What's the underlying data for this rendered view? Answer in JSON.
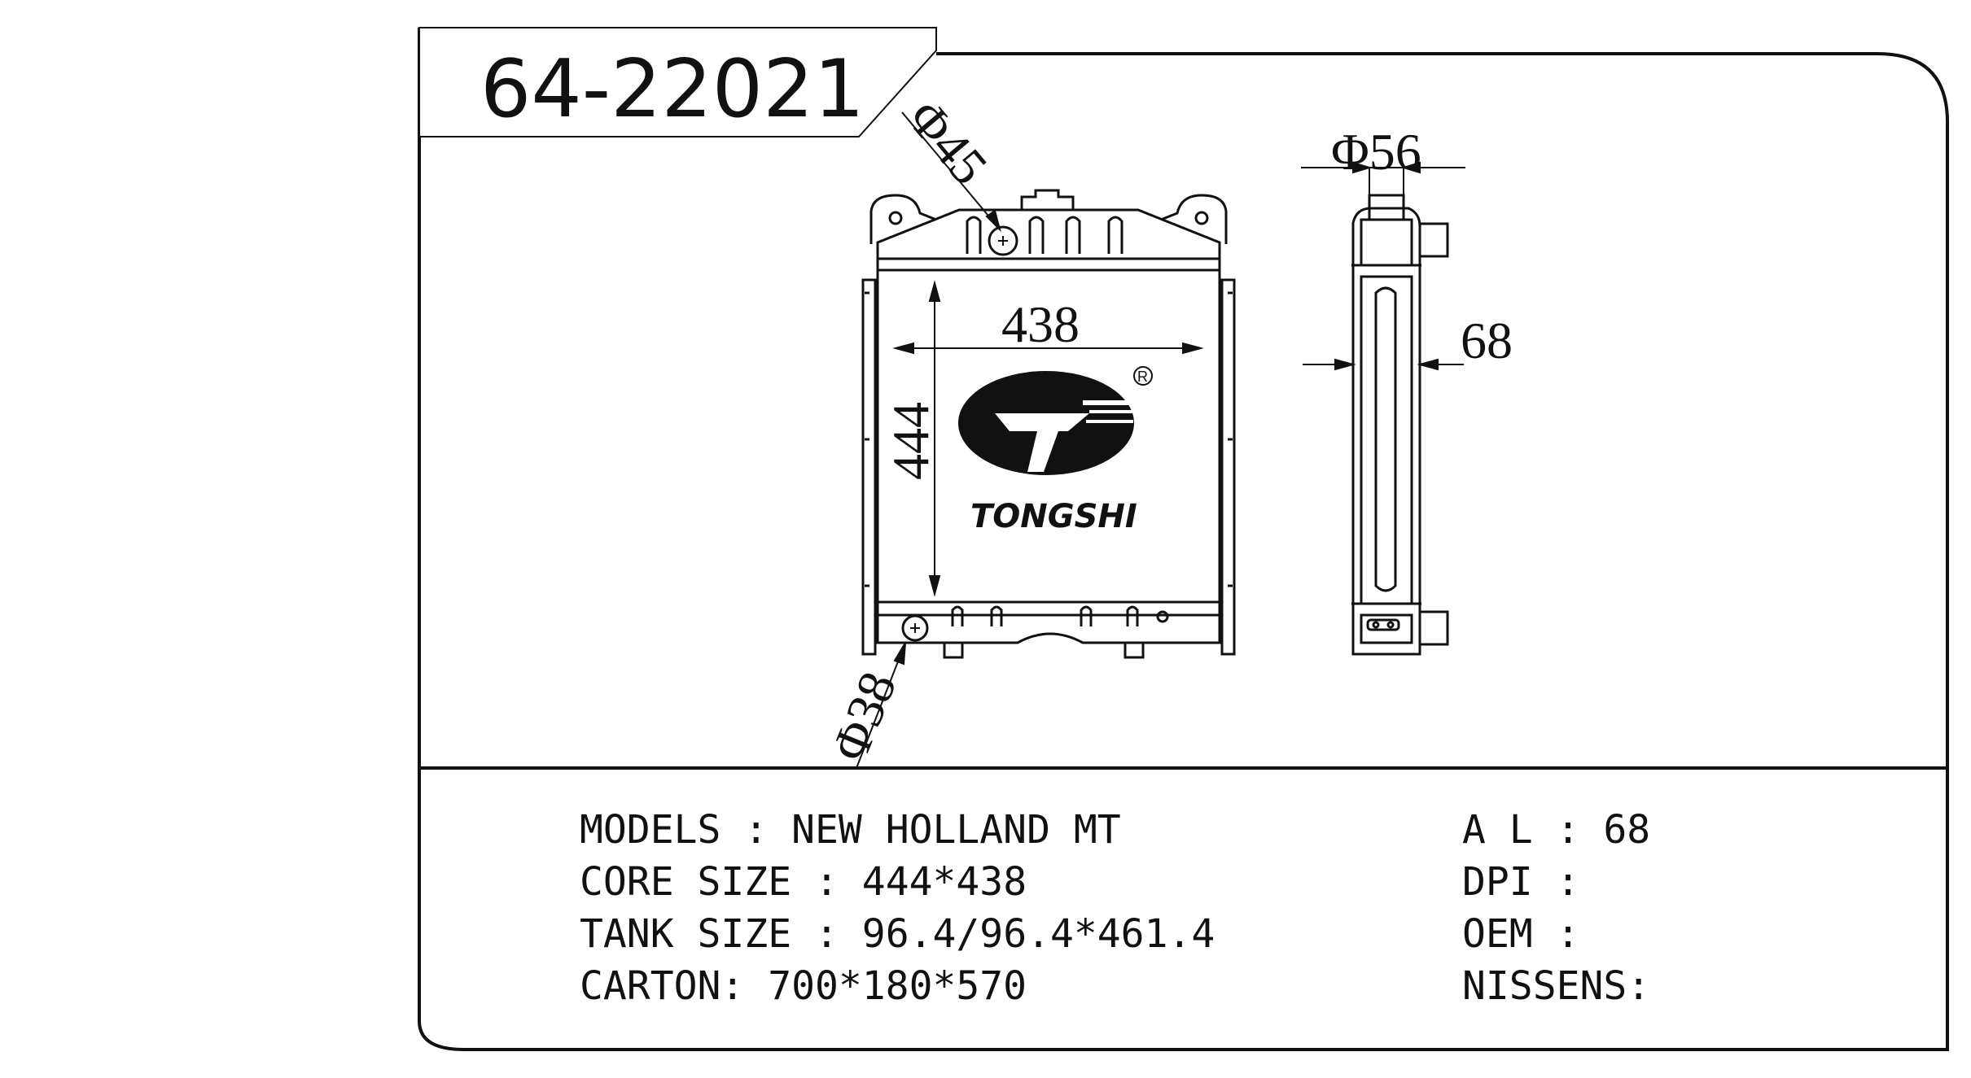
{
  "part_code": "64-22021",
  "dimensions": {
    "inlet_diameter": "Φ45",
    "outlet_diameter": "Φ38",
    "side_pipe_diameter": "Φ56",
    "core_width": "438",
    "core_height": "444",
    "core_thickness": "68"
  },
  "brand": {
    "name": "TONGSHI",
    "registered_mark": "R"
  },
  "specs_left": [
    {
      "label": "MODELS",
      "sep": " : ",
      "value": "NEW HOLLAND MT"
    },
    {
      "label": "CORE SIZE",
      "sep": " : ",
      "value": "444*438"
    },
    {
      "label": "TANK SIZE",
      "sep": " : ",
      "value": "96.4/96.4*461.4"
    },
    {
      "label": "CARTON",
      "sep": ": ",
      "value": "700*180*570"
    }
  ],
  "specs_right": [
    {
      "label": "A L",
      "sep": " : ",
      "value": "68"
    },
    {
      "label": "DPI",
      "sep": " : ",
      "value": ""
    },
    {
      "label": "OEM",
      "sep": " : ",
      "value": ""
    },
    {
      "label": "NISSENS",
      "sep": ":",
      "value": ""
    }
  ],
  "colors": {
    "ink": "#111111",
    "paper": "#ffffff",
    "label_fill": "#ffffff"
  }
}
